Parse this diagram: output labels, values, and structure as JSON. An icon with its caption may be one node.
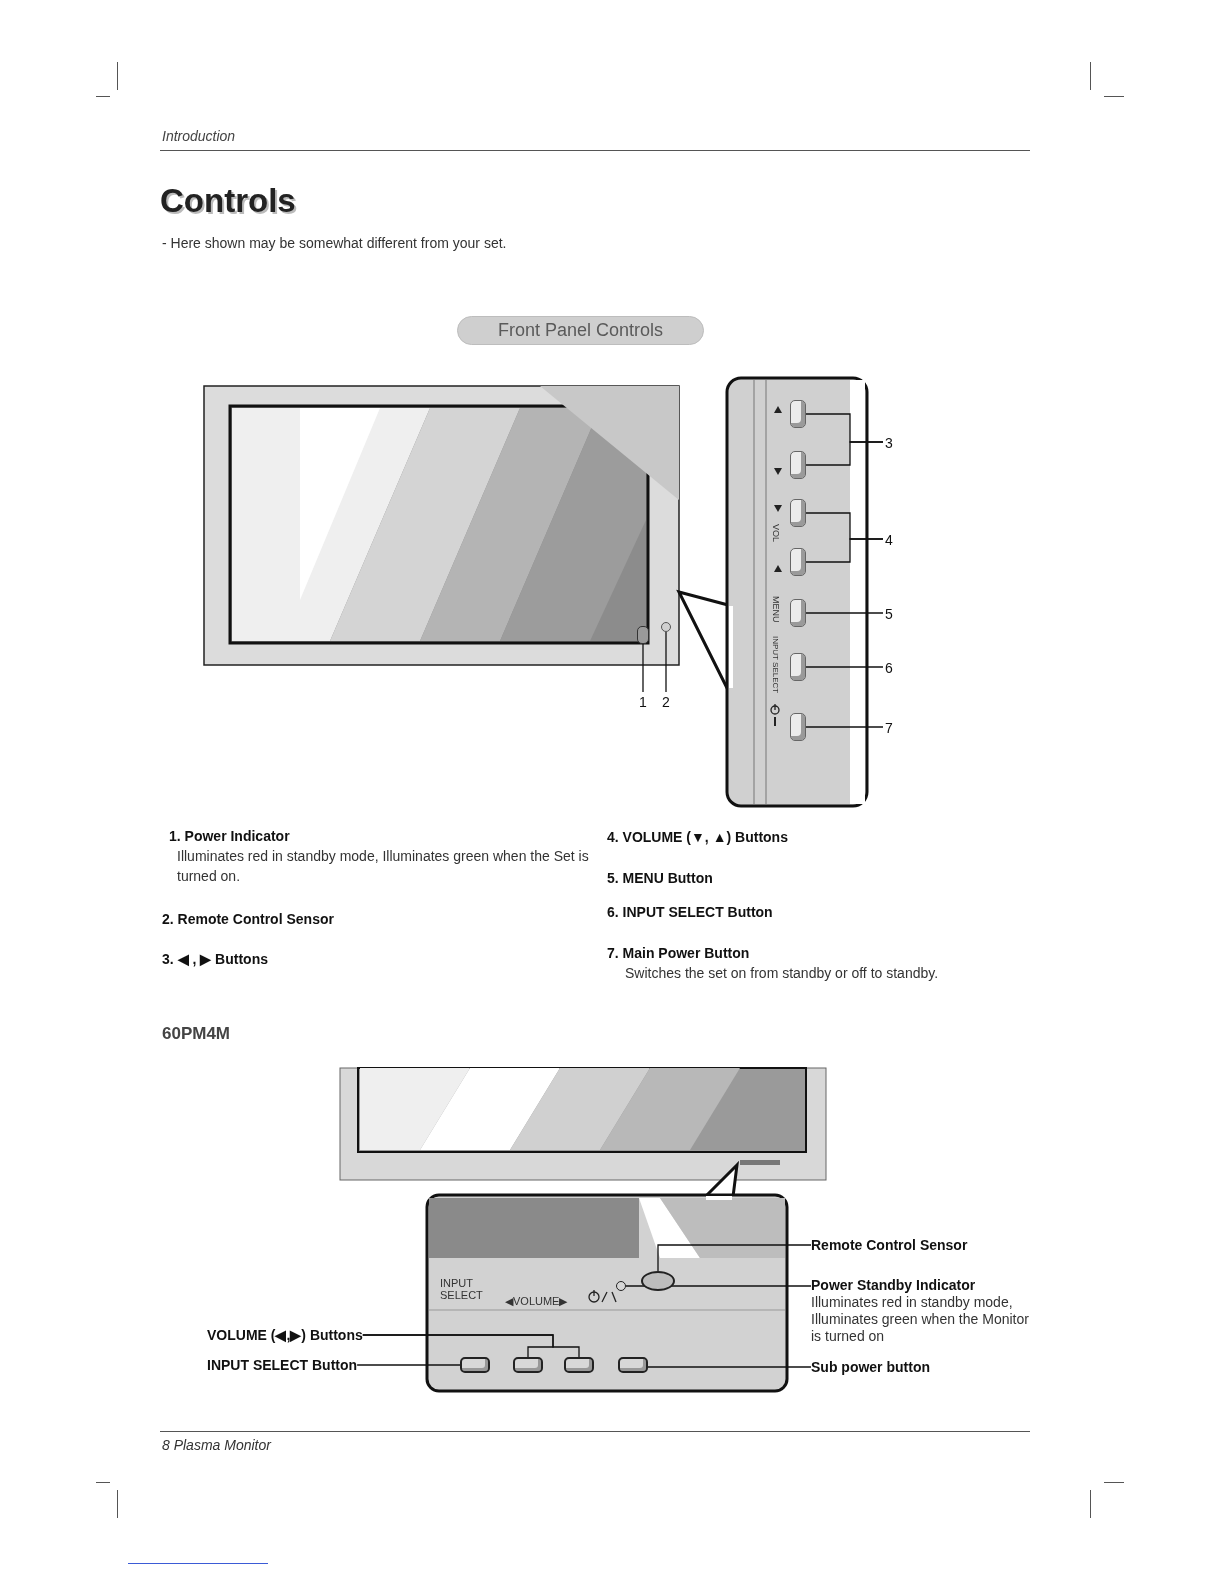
{
  "diagram": {
    "title": "Controls",
    "nodes": [
      {
        "text": [
          "Front Panel Controls"
        ]
      },
      {
        "text": [
          "1"
        ]
      },
      {
        "text": [
          "2"
        ]
      },
      {
        "text": [
          "3"
        ]
      },
      {
        "text": [
          "4"
        ]
      },
      {
        "text": [
          "5"
        ]
      },
      {
        "text": [
          "6"
        ]
      },
      {
        "text": [
          "7"
        ]
      },
      {
        "text": [],
        "shape": "box"
      },
      {
        "text": [],
        "shape": "box"
      },
      {
        "text": [],
        "shape": "box"
      },
      {
        "text": [],
        "shape": "box"
      },
      {
        "text": [],
        "shape": "box"
      },
      {
        "text": [],
        "shape": "box"
      },
      {
        "text": [],
        "shape": "box"
      },
      {
        "text": [],
        "shape": "box"
      },
      {
        "text": [],
        "shape": "box"
      },
      {
        "text": [
          "Remote Control Sensor"
        ]
      },
      {
        "text": [
          "Power Standby Indicator",
          "Illuminates red in standby mode, Illuminates green when the Monitor is turned on"
        ]
      },
      {
        "text": [
          "VOLUME (◀,▶) Buttons"
        ]
      },
      {
        "text": [
          "INPUT SELECT Button"
        ]
      },
      {
        "text": [
          "Sub power button"
        ]
      },
      {
        "text": [],
        "shape": "circle"
      },
      {
        "text": [],
        "shape": "circle"
      },
      {
        "text": [],
        "shape": "box"
      },
      {
        "text": [],
        "shape": "box"
      },
      {
        "text": [],
        "shape": "box"
      },
      {
        "text": [],
        "shape": "box"
      }
    ],
    "edges": [
      {
        "from": 1,
        "to": 8,
        "arrow": "none"
      },
      {
        "from": 2,
        "to": 9,
        "arrow": "none"
      },
      {
        "from": 3,
        "to": 10,
        "arrow": "none"
      },
      {
        "from": 3,
        "to": 11,
        "arrow": "none"
      },
      {
        "from": 4,
        "to": 12,
        "arrow": "none"
      },
      {
        "from": 4,
        "to": 13,
        "arrow": "none"
      },
      {
        "from": 5,
        "to": 14,
        "arrow": "none"
      },
      {
        "from": 6,
        "to": 15,
        "arrow": "none"
      },
      {
        "from": 7,
        "to": 16,
        "arrow": "none"
      },
      {
        "from": 17,
        "to": 22,
        "arrow": "none"
      },
      {
        "from": 18,
        "to": 23,
        "arrow": "none"
      },
      {
        "from": 19,
        "to": 25,
        "arrow": "none"
      },
      {
        "from": 19,
        "to": 26,
        "arrow": "none"
      },
      {
        "from": 20,
        "to": 24,
        "arrow": "none"
      },
      {
        "from": 21,
        "to": 27,
        "arrow": "none"
      }
    ],
    "labels": [
      "Introduction",
      "- Here shown may be somewhat different from your set.",
      "1. Power Indicator",
      "Illuminates red in standby mode, Illuminates green when the Set is turned on.",
      "2. Remote Control Sensor",
      "3. ◀ , ▶ Buttons",
      "4. VOLUME (▼, ▲) Buttons",
      "5. MENU Button",
      "6. INPUT SELECT Button",
      "7. Main Power Button",
      "Switches the set on from standby or off to standby.",
      "60PM4M",
      "VOL",
      "MENU",
      "INPUT SELECT",
      "INPUT SELECT",
      "◀VOLUME▶",
      "8 Plasma Monitor"
    ]
  }
}
